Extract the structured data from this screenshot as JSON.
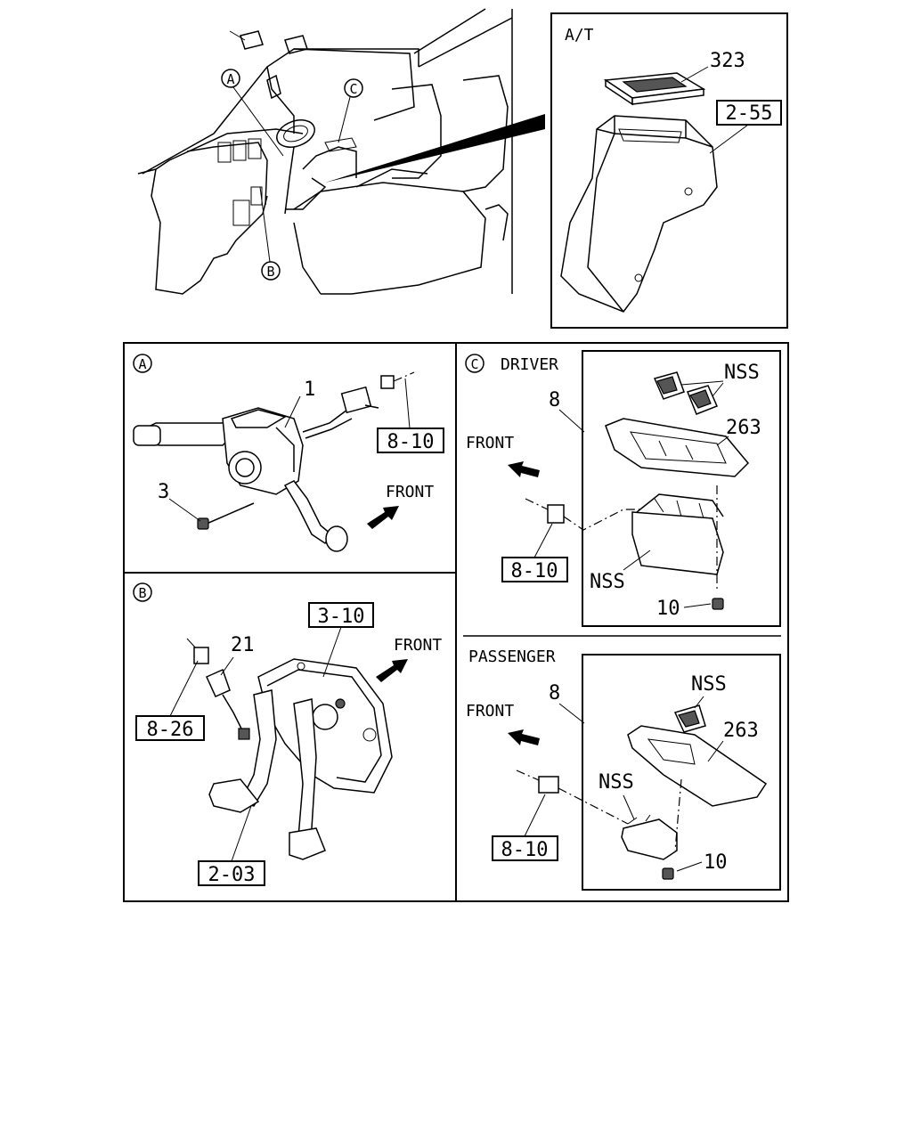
{
  "sections": {
    "top_inset": {
      "title": "A/T",
      "part_323": "323",
      "ref_2_55": "2-55"
    },
    "overview": {
      "callout_a": "A",
      "callout_b": "B",
      "callout_c": "C"
    },
    "section_a": {
      "callout": "A",
      "part_1": "1",
      "part_3": "3",
      "ref": "8-10",
      "front": "FRONT"
    },
    "section_b": {
      "callout": "B",
      "part_21": "21",
      "ref_3_10": "3-10",
      "ref_8_26": "8-26",
      "ref_2_03": "2-03",
      "front": "FRONT"
    },
    "section_c": {
      "callout": "C",
      "driver": {
        "title": "DRIVER",
        "part_8": "8",
        "nss_top": "NSS",
        "part_263": "263",
        "front": "FRONT",
        "ref": "8-10",
        "nss_bottom": "NSS",
        "part_10": "10"
      },
      "passenger": {
        "title": "PASSENGER",
        "part_8": "8",
        "nss_top": "NSS",
        "front": "FRONT",
        "part_263": "263",
        "nss_mid": "NSS",
        "ref": "8-10",
        "part_10": "10"
      }
    }
  }
}
